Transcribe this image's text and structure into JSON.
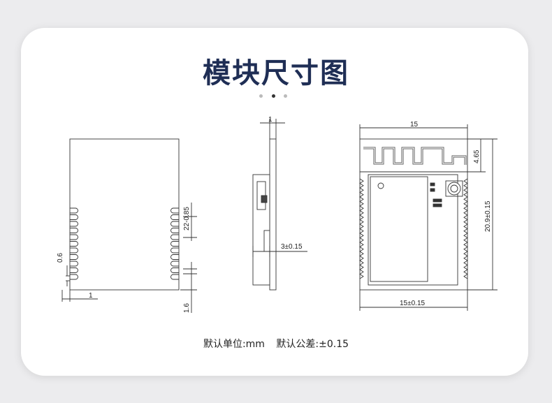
{
  "title": "模块尺寸图",
  "carousel": {
    "dots": 3,
    "active_index": 1
  },
  "front_view": {
    "pitch_label": "22-0.85",
    "pad_width_label": "0.6",
    "edge_label": "1",
    "bottom_label": "1.6"
  },
  "side_view": {
    "thickness_label": "1",
    "height_label": "3±0.15"
  },
  "top_view": {
    "width_label": "15",
    "antenna_label": "4.65",
    "height_label": "20.9±0.15",
    "bottom_width_label": "15±0.15"
  },
  "footer": {
    "unit": "默认单位:mm",
    "tolerance": "默认公差:±0.15"
  }
}
